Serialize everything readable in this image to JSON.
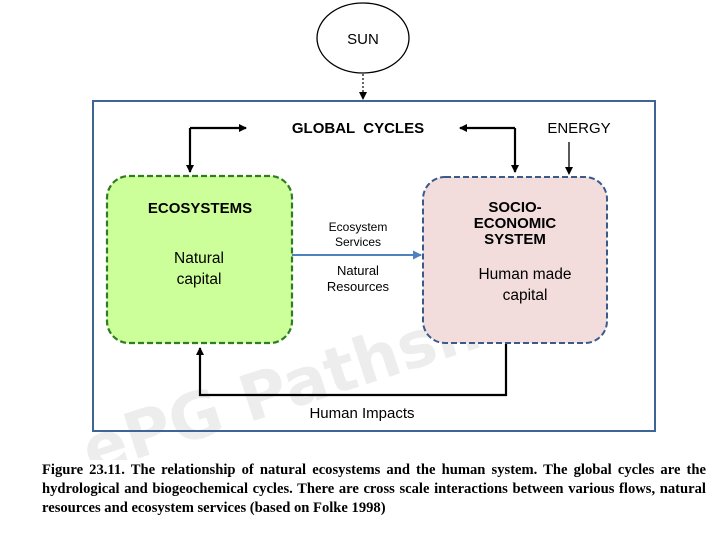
{
  "diagram": {
    "sun_label": "SUN",
    "global_cycles_label": "GLOBAL  CYCLES",
    "energy_label": "ENERGY",
    "ecosystems": {
      "title": "ECOSYSTEMS",
      "subtitle_line1": "Natural",
      "subtitle_line2": "capital",
      "fill_color": "#ccff99",
      "border_color": "#2e7d1f"
    },
    "socio": {
      "title_line1": "SOCIO-",
      "title_line2": "ECONOMIC",
      "title_line3": "SYSTEM",
      "subtitle_line1": "Human made",
      "subtitle_line2": "capital",
      "fill_color": "#f2dcdc",
      "border_color": "#3a5a8c"
    },
    "flow_services_line1": "Ecosystem",
    "flow_services_line2": "Services",
    "flow_resources_line1": "Natural",
    "flow_resources_line2": "Resources",
    "human_impacts_label": "Human Impacts",
    "frame_color": "#3f6496",
    "arrow_color": "#4f81bd"
  },
  "caption": "Figure 23.11. The relationship of natural ecosystems and the human system. The global cycles are the hydrological and biogeochemical cycles. There are cross scale interactions between various flows, natural resources and ecosystem services (based on Folke 1998)"
}
